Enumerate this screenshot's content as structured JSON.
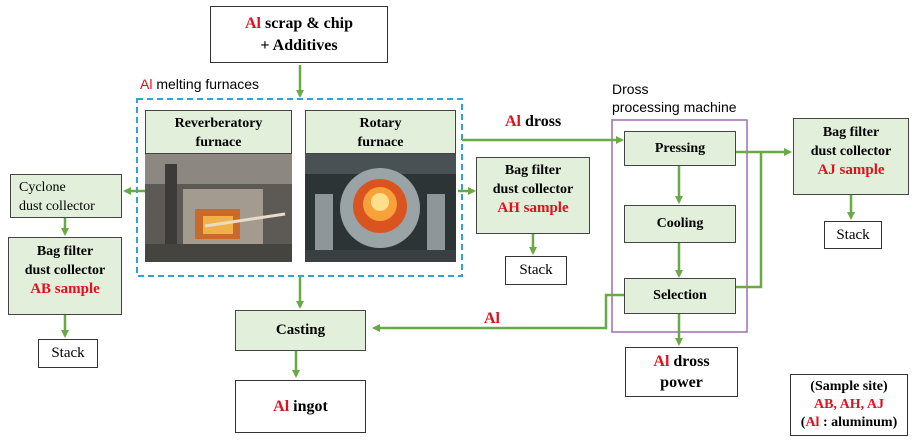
{
  "input": {
    "al": "Al",
    "line1": "scrap & chip",
    "line2": "+ Additives"
  },
  "furnaces": {
    "al": "Al",
    "label": "melting furnaces"
  },
  "reverberatory": {
    "line1": "Reverberatory",
    "line2": "furnace"
  },
  "rotary": {
    "line1": "Rotary",
    "line2": "furnace"
  },
  "cyclone": {
    "line1": "Cyclone",
    "line2": "dust collector"
  },
  "bag_ab": {
    "line1": "Bag filter",
    "line2": "dust collector",
    "sample": "AB sample"
  },
  "bag_ah": {
    "line1": "Bag filter",
    "line2": "dust collector",
    "sample": "AH sample"
  },
  "bag_aj": {
    "line1": "Bag filter",
    "line2": "dust collector",
    "sample": "AJ sample"
  },
  "stack_label": "Stack",
  "casting": "Casting",
  "ingot": {
    "al": "Al",
    "label": "ingot"
  },
  "dross_arrow": {
    "al": "Al",
    "label": "dross"
  },
  "al_return": "Al",
  "dross_machine": {
    "line1": "Dross",
    "line2": "processing machine"
  },
  "pressing": "Pressing",
  "cooling": "Cooling",
  "selection": "Selection",
  "dross_power": {
    "al": "Al",
    "label": "dross",
    "line2": "power"
  },
  "legend": {
    "title": "(Sample site)",
    "sites": "AB, AH, AJ",
    "al": "Al",
    "note": ": aluminum"
  },
  "colors": {
    "arrow": "#6aaa45",
    "dashed": "#2fa3d6",
    "machine": "#a06bb3",
    "accent_red": "#e0101e",
    "box_green": "#e2efda"
  }
}
